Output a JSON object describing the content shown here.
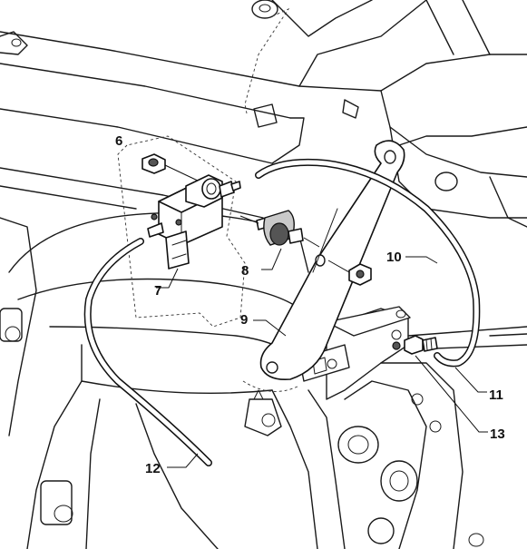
{
  "callouts": {
    "c6": "6",
    "c7": "7",
    "c8": "8",
    "c9": "9",
    "c10": "10",
    "c11": "11",
    "c12": "12",
    "c13": "13"
  }
}
